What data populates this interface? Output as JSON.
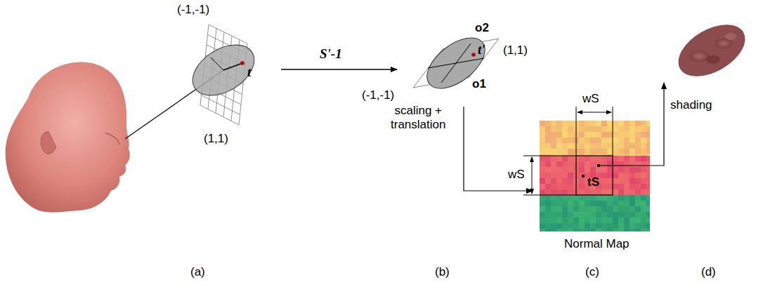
{
  "diagram": {
    "labels": [
      "(-1,-1)",
      "t",
      "(1,1)",
      "S'-1",
      "(-1,-1)",
      "t'",
      "o2",
      "(1,1)",
      "o1",
      "scaling + translation",
      "wS",
      "wS",
      "tS",
      "Normal Map",
      "shading",
      "(a)",
      "(b)",
      "(c)",
      "(d)"
    ]
  }
}
